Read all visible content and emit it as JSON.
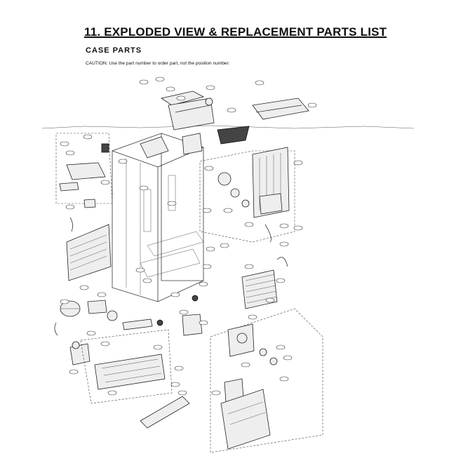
{
  "page": {
    "title": "11. EXPLODED VIEW & REPLACEMENT PARTS LIST",
    "subtitle": "CASE PARTS",
    "caution": "CAUTION: Use the part number to order part, not the position number."
  }
}
